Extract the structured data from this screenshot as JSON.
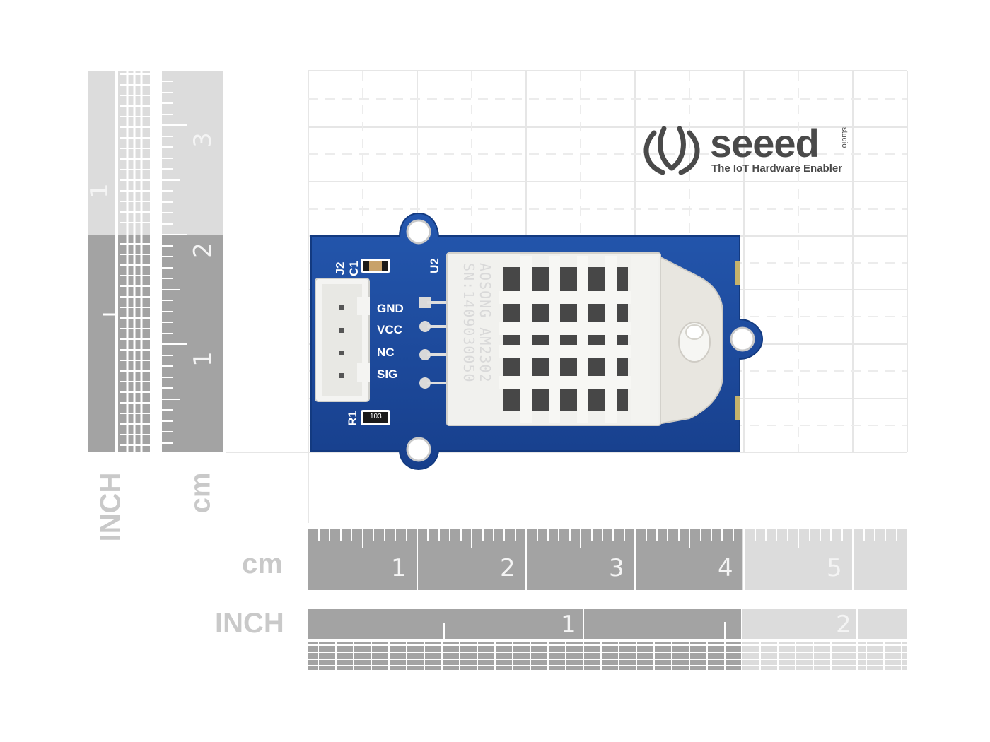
{
  "logo": {
    "brand": "seeed",
    "subbrand": "studio",
    "tagline": "The IoT Hardware Enabler"
  },
  "board": {
    "connector_ref": "J2",
    "capacitor_ref": "C1",
    "resistor_ref": "R1",
    "resistor_marking": "103",
    "sensor_ref": "U2",
    "pins": [
      "GND",
      "VCC",
      "NC",
      "SIG"
    ],
    "sensor_text_line1": "AOSONG AM2302",
    "sensor_text_line2": "SN:1409030050"
  },
  "rulers": {
    "vertical_inch_label": "INCH",
    "vertical_cm_label": "cm",
    "vertical_inch_number": "1",
    "vertical_cm_numbers": [
      "3",
      "2",
      "1"
    ],
    "horizontal_cm_label": "cm",
    "horizontal_inch_label": "INCH",
    "horizontal_cm_numbers": [
      "1",
      "2",
      "3",
      "4",
      "5"
    ],
    "horizontal_inch_numbers": [
      "1",
      "2"
    ]
  },
  "colors": {
    "pcb_blue": "#1c4fa5",
    "ruler_dark": "#a3a3a3",
    "ruler_light": "#dcdcdc",
    "grid_line": "#e3e3e3",
    "sensor_white": "#f1f1ee"
  }
}
